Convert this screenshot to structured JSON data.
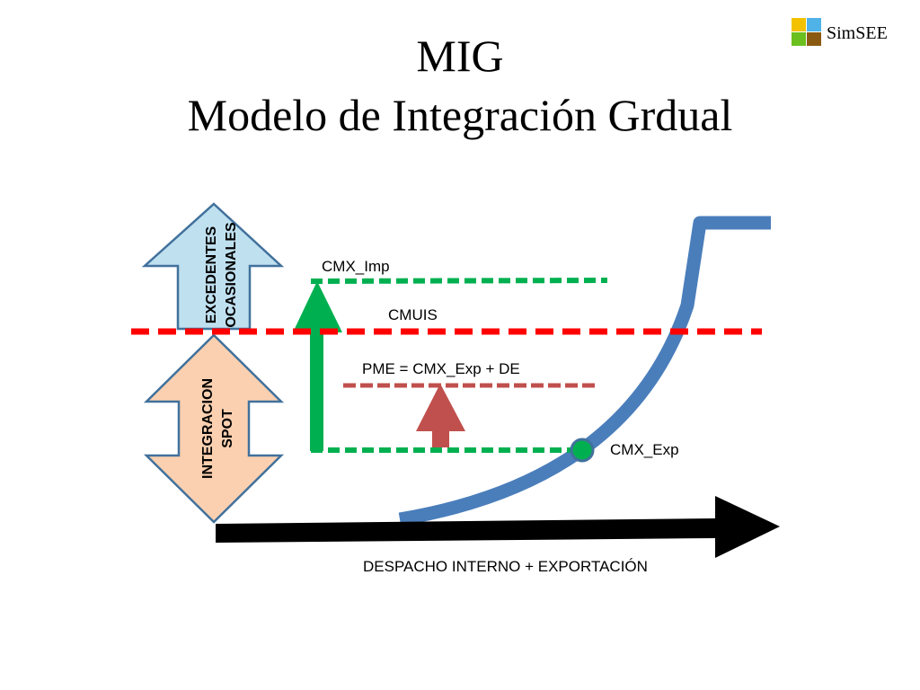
{
  "title": {
    "line1": "MIG",
    "line2": "Modelo de Integración Grdual"
  },
  "logo": {
    "text": "SimSEE",
    "colors": [
      "#f2c200",
      "#4fb3e8",
      "#6bbf1e",
      "#8b5a12"
    ]
  },
  "diagram": {
    "arrow_up_label_1": "EXCEDENTES",
    "arrow_up_label_2": "OCASIONALES",
    "arrow_double_label_1": "INTEGRACION",
    "arrow_double_label_2": "SPOT",
    "cmx_imp": "CMX_Imp",
    "cmuis": "CMUIS",
    "pme": "PME = CMX_Exp + DE",
    "cmx_exp": "CMX_Exp",
    "axis_label": "DESPACHO INTERNO + EXPORTACIÓN",
    "colors": {
      "up_arrow_fill": "#bfe0ef",
      "double_arrow_fill": "#fbd0b0",
      "arrow_stroke": "#41719c",
      "green": "#00b050",
      "red_dash": "#ff0000",
      "pme_dash": "#c0504d",
      "curve": "#4a7ebb",
      "axis": "#000000"
    }
  }
}
